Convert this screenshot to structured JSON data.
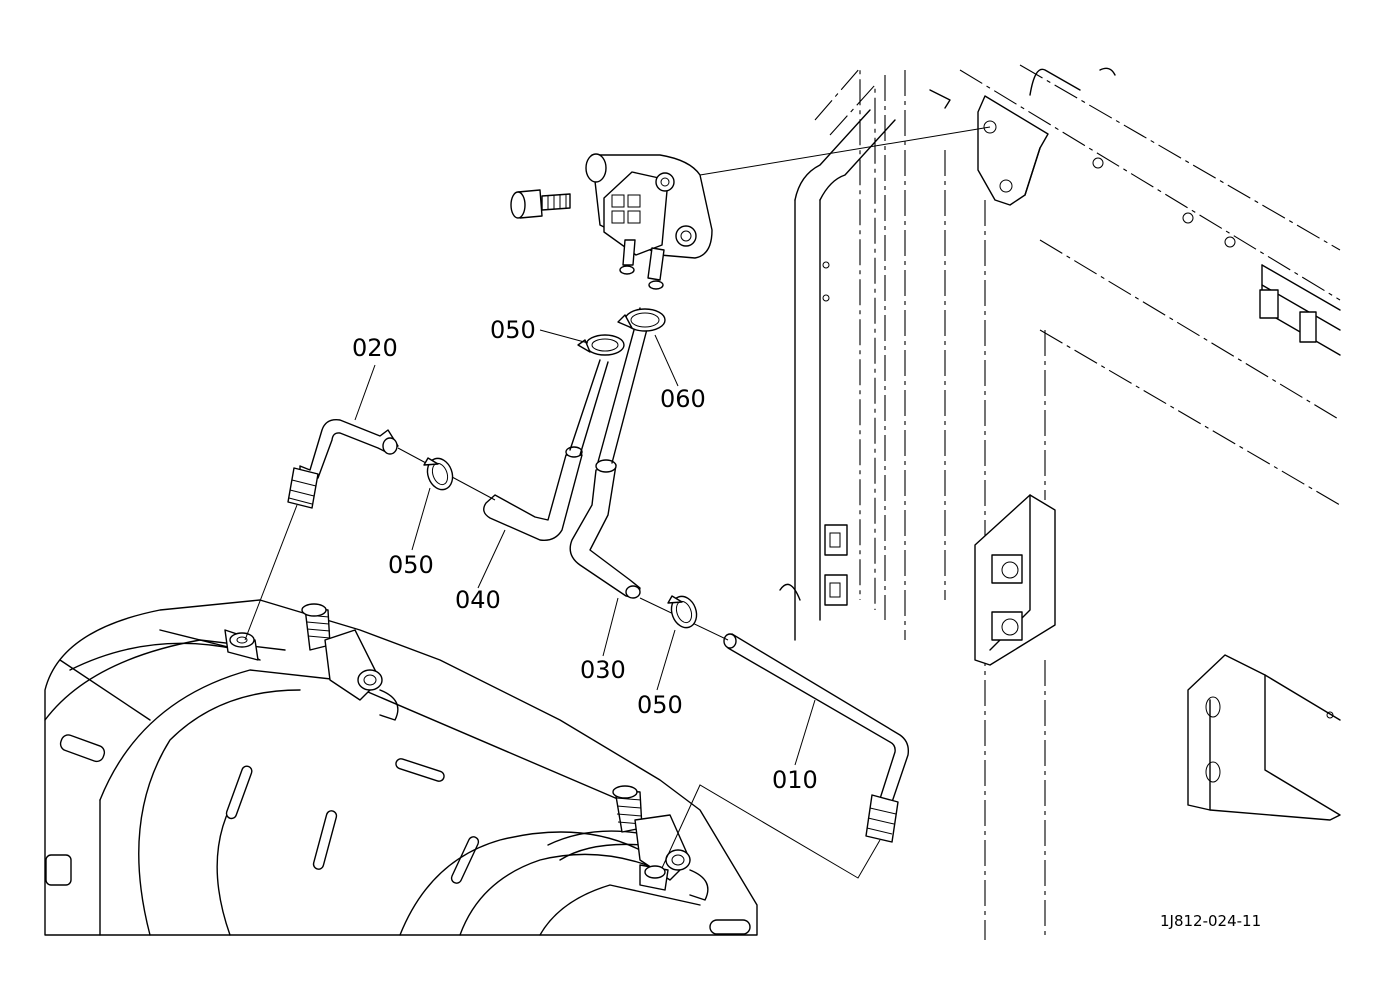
{
  "callouts": {
    "c010": "010",
    "c020": "020",
    "c030": "030",
    "c040": "040",
    "c050_top": "050",
    "c050_left": "050",
    "c050_bottom": "050",
    "c060": "060"
  },
  "drawing_code": "1J812-024-11"
}
